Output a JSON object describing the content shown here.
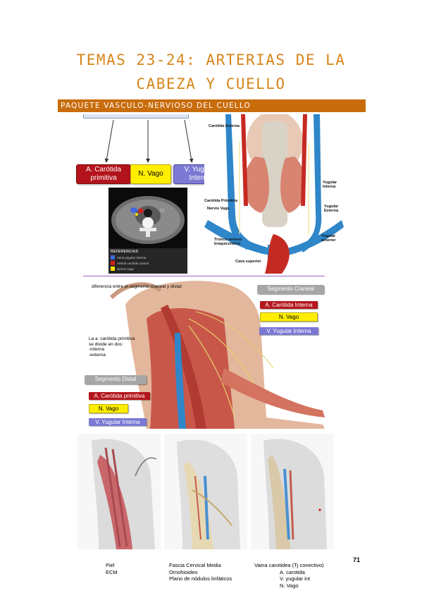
{
  "header": {
    "title_line1": "TEMAS 23-24: ARTERIAS DE LA",
    "title_line2": "CABEZA Y CUELLO",
    "section": "PAQUETE VASCULO-NERVIOSO DEL CUELLO"
  },
  "figure1": {
    "boxes": {
      "carotid": "A. Carótida primitiva",
      "vagus": "N. Vago",
      "jugular": "V. Yugular Interna"
    },
    "ct_legend": {
      "heading": "REFERENCIAS",
      "items": [
        "Vena yugular interna",
        "Arteria carótida común",
        "Nervio vago"
      ]
    },
    "anatomy_labels": {
      "carotida_externa": "Carótida Externa",
      "carotida_primitiva": "Carótida Primitiva",
      "nervio_vago": "Nervio Vago",
      "tronco_venoso": "Tronco venoso braquicefálico",
      "cava_superior": "Cava superior",
      "yugular_interna": "Yugular Interna",
      "yugular_externa": "Yugular Externa",
      "yugular_anterior": "Yugular anterior"
    },
    "colors": {
      "red": "#b3141b",
      "yellow": "#ffee00",
      "blue": "#7b79d4"
    }
  },
  "figure2": {
    "heading": "diferencia entre el segmento craneal y distal:",
    "note_line1": "La a. carótida primitiva",
    "note_line2": "se divide en dos:",
    "note_line3": "-interna",
    "note_line4": "-externa",
    "cranial": {
      "label": "Segmento Craneal",
      "items": [
        "A. Carótida Interna",
        "N. Vago",
        "V. Yugular Interna"
      ]
    },
    "distal": {
      "label": "Segmento Distal",
      "items": [
        "A. Carótida primitiva",
        "N. Vago",
        "V. Yugular Interna"
      ]
    }
  },
  "figure3": {
    "captions": [
      [
        "Piel",
        "ECM"
      ],
      [
        "Fascia Cervical Media",
        "Omohioideo",
        "Plano de nódulos linfáticos"
      ],
      [
        "Vaina carotidea (Tj conectivo)",
        "A. carotida",
        "V. yugular int",
        "N. Vago"
      ]
    ]
  },
  "page_number": "71"
}
